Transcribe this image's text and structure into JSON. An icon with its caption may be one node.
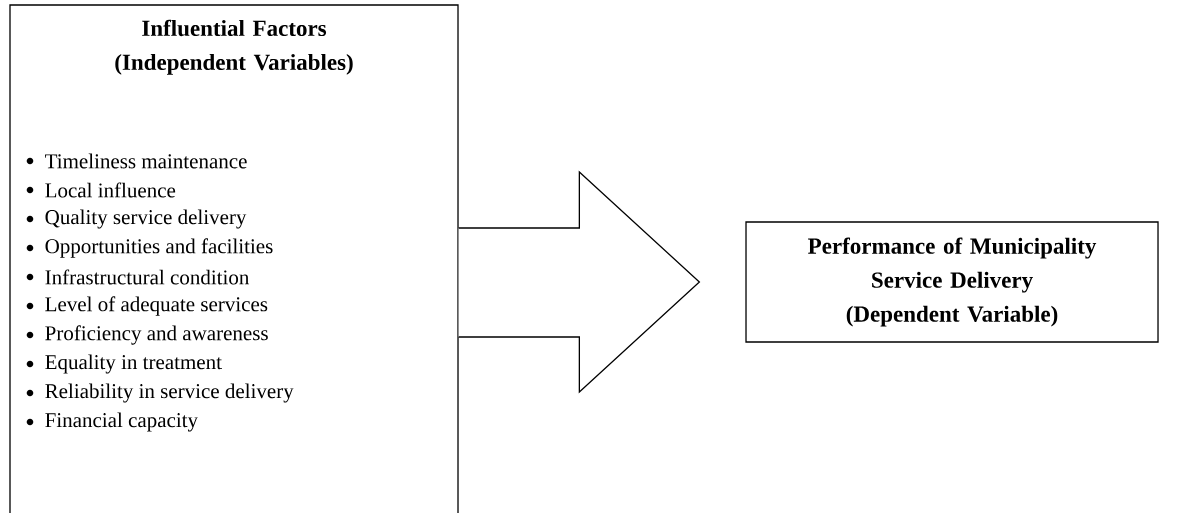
{
  "diagram": {
    "nodes": [
      {
        "text": [
          "Influential Factors (Independent Variables)",
          "Timeliness maintenance",
          "Local influence",
          "Quality service delivery",
          "Opportunities and facilities",
          "Infrastructural condition",
          "Level of adequate services",
          "Proficiency and awareness",
          "Equality in treatment",
          "Reliability in service delivery",
          "Financial capacity"
        ]
      },
      {
        "text": [
          "Performance of Municipality Service Delivery",
          "(Dependent Variable)"
        ]
      }
    ],
    "edges": [
      {
        "from": 0,
        "to": 1,
        "arrow": "to"
      }
    ]
  }
}
